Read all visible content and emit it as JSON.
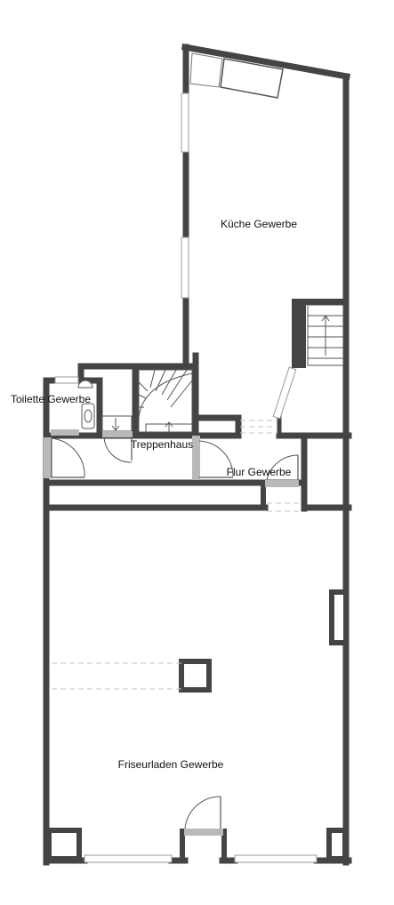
{
  "plan": {
    "rooms": [
      {
        "id": "kitchen",
        "label": "Küche Gewerbe"
      },
      {
        "id": "toilet",
        "label": "Toilette Gewerbe"
      },
      {
        "id": "stairwell",
        "label": "Treppenhaus"
      },
      {
        "id": "hallway",
        "label": "Flur Gewerbe"
      },
      {
        "id": "salon",
        "label": "Friseurladen Gewerbe"
      }
    ],
    "colors": {
      "wall": "#444444",
      "door_panel": "#b9b9b9",
      "background": "#ffffff"
    }
  }
}
